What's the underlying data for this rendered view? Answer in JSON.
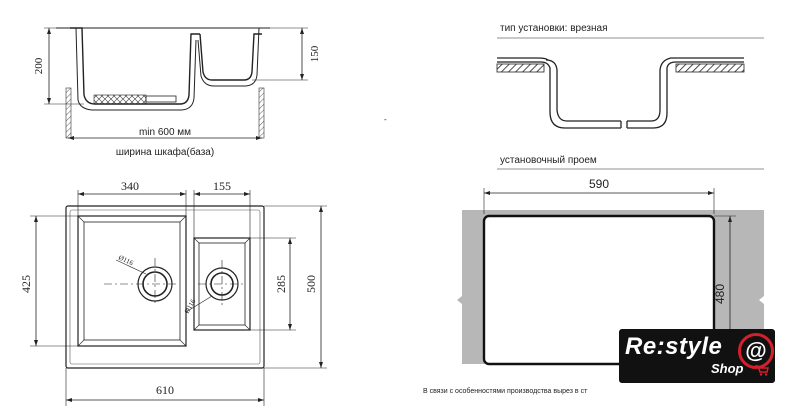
{
  "side_view": {
    "dim_depth_main": "200",
    "dim_depth_small": "150",
    "min_width": "min 600 мм",
    "cabinet_width": "ширина шкафа(база)"
  },
  "top_view": {
    "dim_left_bowl": "340",
    "dim_right_bowl": "155",
    "dim_overall_height": "500",
    "dim_left_bowl_height": "425",
    "dim_right_bowl_height": "285",
    "dim_overall_width": "610",
    "drain_left": "Ø116",
    "drain_right": "Ø116"
  },
  "install": {
    "type_label": "тип установки: врезная",
    "opening_label": "установочный проем",
    "cut_width": "590",
    "cut_height": "480",
    "footnote": "В связи с особенностями производства вырез в ст"
  },
  "logo": {
    "brand": "Re:style",
    "at": "@",
    "shop": "Shop"
  }
}
